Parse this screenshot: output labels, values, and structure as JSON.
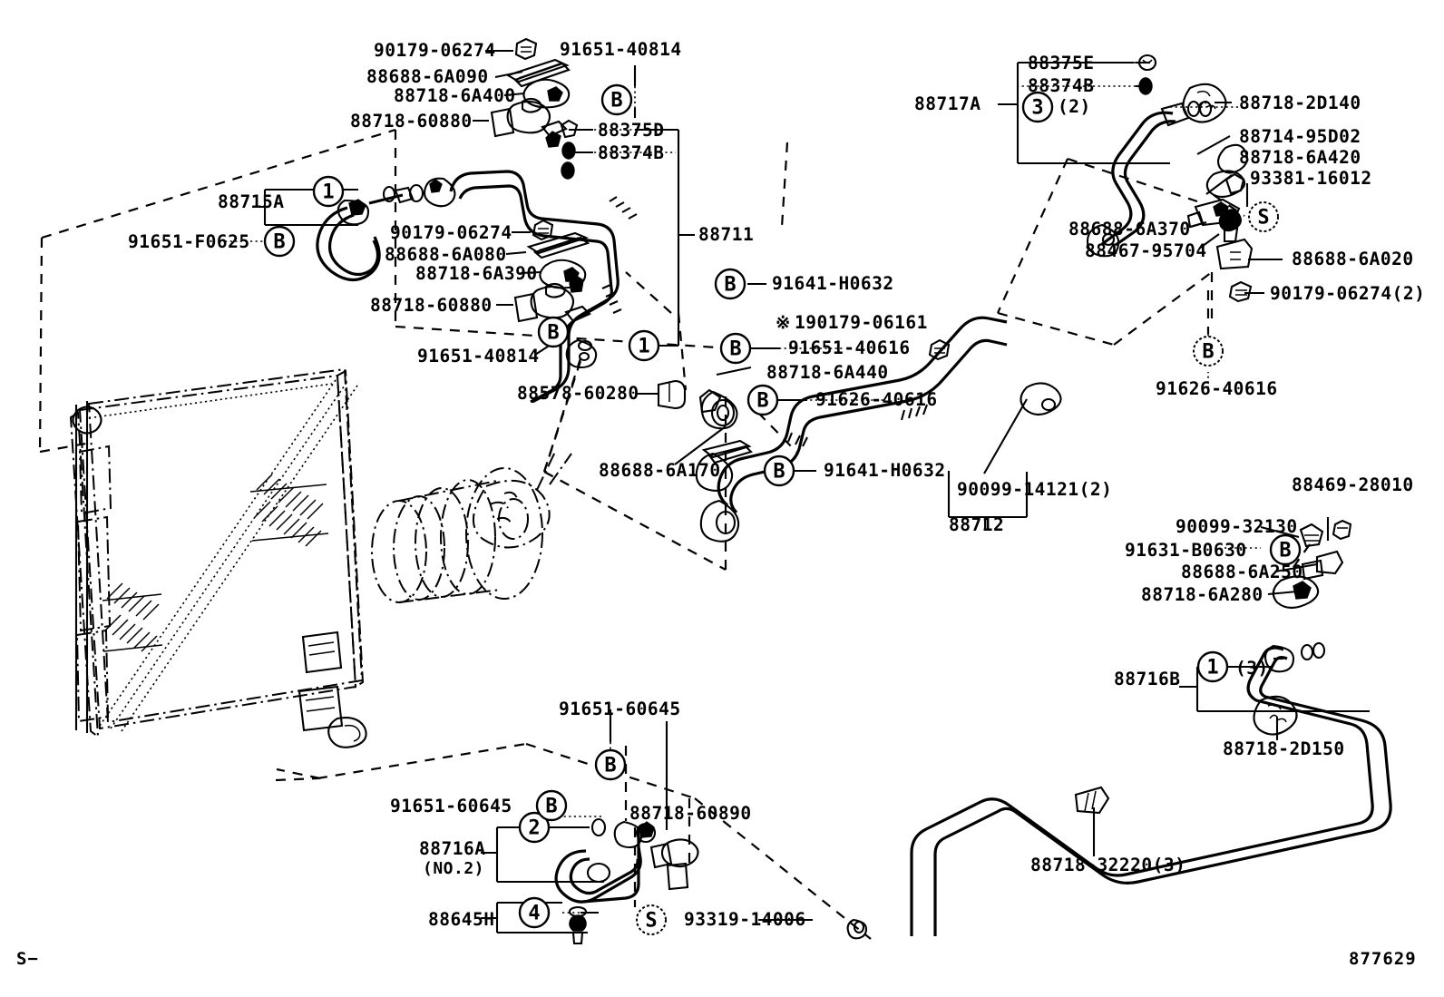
{
  "diagram": {
    "title": "Toyota A/C refrigerant piping exploded parts diagram",
    "sheet_code": "877629",
    "sheet_mark": "S−",
    "note_mark": "※"
  },
  "labels": {
    "l_90179_06274_a": "90179-06274",
    "l_91651_40814_top": "91651-40814",
    "l_88688_6A090": "88688-6A090",
    "l_88718_6A400": "88718-6A400",
    "l_88718_60880_a": "88718-60880",
    "l_88375D": "88375D",
    "l_88374B_left": "88374B",
    "l_88715A": "88715A",
    "l_91651_F0625": "91651-F0625",
    "l_90179_06274_b": "90179-06274",
    "l_88688_6A080": "88688-6A080",
    "l_88718_6A390": "88718-6A390",
    "l_88718_60880_b": "88718-60880",
    "l_91651_40814_mid": "91651-40814",
    "l_88711": "88711",
    "l_91641_H0632_top": "91641-H0632",
    "l_190179_06161": "190179-06161",
    "l_91651_40616": "91651-40616",
    "l_88718_6A440": "88718-6A440",
    "l_91626_40616_mid": "91626-40616",
    "l_88578_60280": "88578-60280",
    "l_88688_6A170": "88688-6A170",
    "l_91641_H0632_bot": "91641-H0632",
    "l_90099_14121": "90099-14121(2)",
    "l_88712": "88712",
    "l_88375E": "88375E",
    "l_88374B_right": "88374B",
    "l_88717A": "88717A",
    "l_qty_2": "(2)",
    "l_88718_2D140": "88718-2D140",
    "l_88714_95D02": "88714-95D02",
    "l_88718_6A420": "88718-6A420",
    "l_93381_16012": "93381-16012",
    "l_88688_6A370": "88688-6A370",
    "l_88467_95704": "88467-95704",
    "l_88688_6A020": "88688-6A020",
    "l_90179_06274_qty2": "90179-06274(2)",
    "l_91626_40616_right": "91626-40616",
    "l_88469_28010": "88469-28010",
    "l_90099_32130": "90099-32130",
    "l_91631_B0630": "91631-B0630",
    "l_88688_6A250": "88688-6A250",
    "l_88718_6A280": "88718-6A280",
    "l_88716B": "88716B",
    "l_qty_3": "(3)",
    "l_88718_2D150": "88718-2D150",
    "l_88718_32220": "88718-32220(3)",
    "l_91651_60645_top": "91651-60645",
    "l_91651_60645_left": "91651-60645",
    "l_88718_60890": "88718-60890",
    "l_88716A": "88716A",
    "l_88716A_sub": "(NO.2)",
    "l_88645H": "88645H",
    "l_93319_14006": "93319-14006"
  },
  "callouts": {
    "c1_a": "1",
    "c1_b": "1",
    "c1_c": "1",
    "c2": "2",
    "c3": "3",
    "c4": "4",
    "cB_1": "B",
    "cB_2": "B",
    "cB_3": "B",
    "cB_4": "B",
    "cB_5": "B",
    "cB_6": "B",
    "cB_7": "B",
    "cB_8": "B",
    "cB_9": "B",
    "cB_10": "B",
    "cB_11": "B",
    "cS_1": "S",
    "cS_2": "S"
  }
}
